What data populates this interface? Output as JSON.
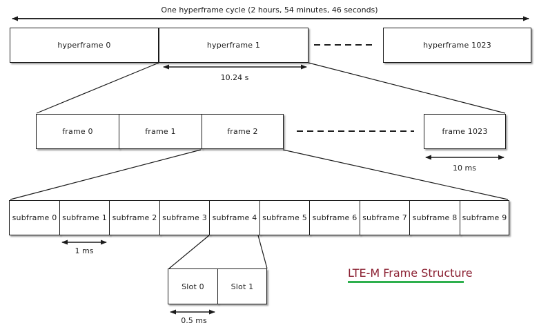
{
  "title": {
    "label": "One hyperframe cycle  (2 hours, 54 minutes, 46 seconds)"
  },
  "hyperframe_row": {
    "boxes": [
      "hyperframe 0",
      "hyperframe 1",
      "hyperframe 1023"
    ],
    "duration_label": "10.24 s"
  },
  "frame_row": {
    "boxes": [
      "frame 0",
      "frame 1",
      "frame 2",
      "frame 1023"
    ],
    "duration_label": "10 ms"
  },
  "subframe_row": {
    "boxes": [
      "subframe 0",
      "subframe 1",
      "subframe 2",
      "subframe 3",
      "subframe 4",
      "subframe 5",
      "subframe 6",
      "subframe 7",
      "subframe 8",
      "subframe 9"
    ],
    "duration_label": "1 ms"
  },
  "slot_row": {
    "boxes": [
      "Slot 0",
      "Slot 1"
    ],
    "duration_label": "0.5 ms"
  },
  "caption": {
    "label": "LTE-M Frame Structure",
    "text_color": "#8B2032",
    "underline_color": "#2EB04E"
  }
}
